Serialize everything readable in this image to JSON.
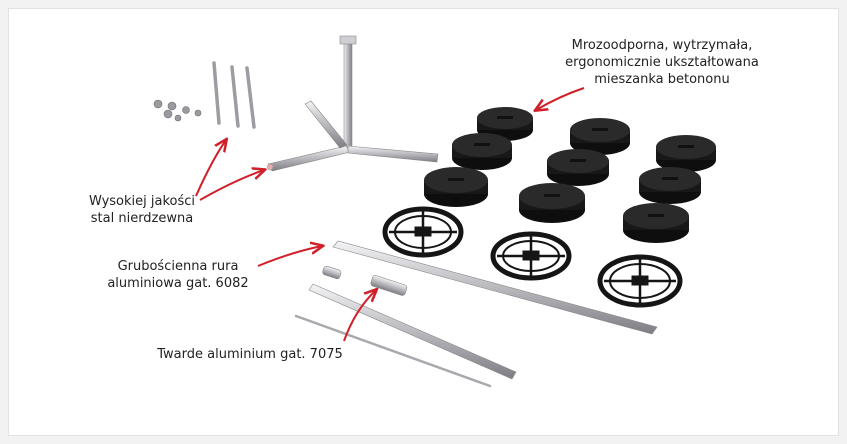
{
  "labels": {
    "concrete": {
      "line1": "Mrozoodporna, wytrzymała,",
      "line2": "ergonomicznie ukształtowana",
      "line3": "mieszanka betononu"
    },
    "steel": {
      "line1": "Wysokiej jakości",
      "line2": "stal nierdzewna"
    },
    "tube": {
      "line1": "Grubościenna rura",
      "line2": "aluminiowa gat. 6082"
    },
    "alu": {
      "line1": "Twarde aluminium gat. 7075"
    }
  },
  "colors": {
    "arrow": "#d0202a",
    "concrete": "#1f1f1f",
    "steel": "#c8c8cc",
    "background": "#ffffff"
  }
}
